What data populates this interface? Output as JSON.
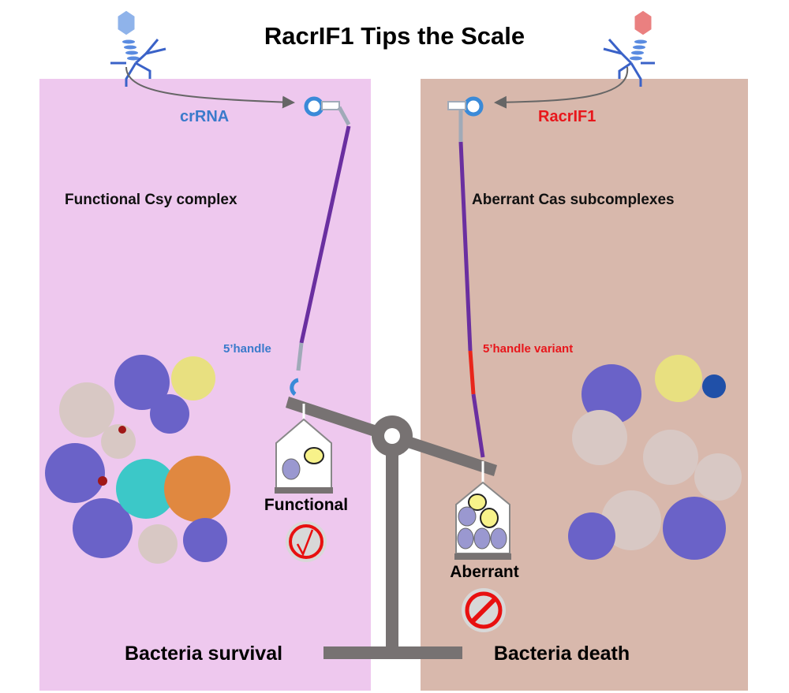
{
  "title": "RacrIF1 Tips the Scale",
  "left_panel": {
    "rna_label": "crRNA",
    "heading": "Functional Csy complex",
    "handle_label": "5’handle",
    "basket_label": "Functional",
    "status_icon": "check-circle-icon",
    "outcome": "Bacteria survival"
  },
  "right_panel": {
    "rna_label": "RacrIF1",
    "heading": "Aberrant Cas subcomplexes",
    "handle_label": "5’handle variant",
    "basket_label": "Aberrant",
    "status_icon": "prohibited-icon",
    "outcome": "Bacteria death"
  },
  "colors": {
    "left_bg": "#EEC8EE",
    "right_bg": "#D8B8AC",
    "blue_text": "#3A7ACB",
    "red_text": "#E8161B",
    "rna_purple": "#6A2FA0",
    "scale_gray": "#777272"
  }
}
